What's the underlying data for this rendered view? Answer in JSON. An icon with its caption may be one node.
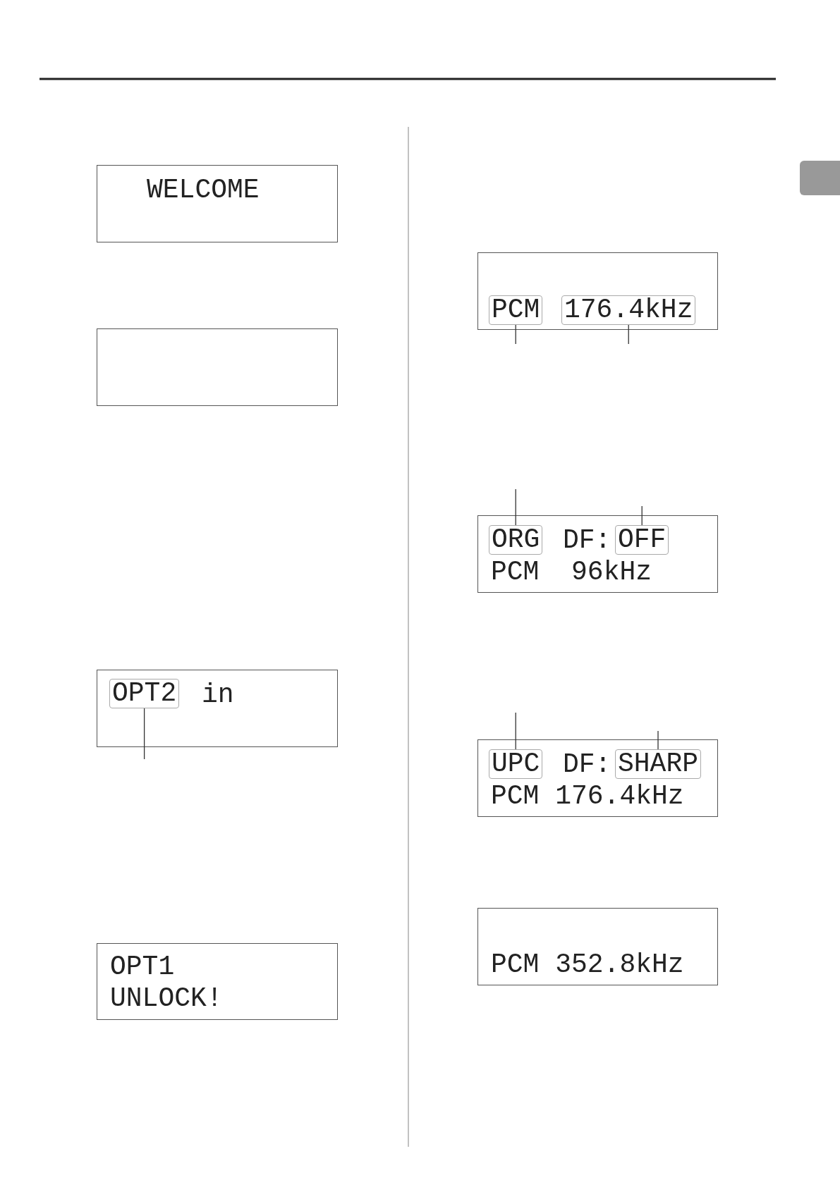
{
  "diagram": {
    "nodes": [
      {
        "text": [
          "WELCOME"
        ]
      },
      {
        "text": [],
        "shape": "box"
      },
      {
        "text": [
          "in"
        ]
      },
      {
        "text": [
          "OPT2"
        ],
        "in": 2
      },
      {
        "text": [
          "OPT1 UNLOCK!"
        ]
      },
      {
        "text": [],
        "shape": "box"
      },
      {
        "text": [
          "PCM"
        ],
        "in": 5
      },
      {
        "text": [
          "176.4kHz"
        ],
        "in": 5
      },
      {
        "text": [
          "DF:",
          "PCM  96kHz"
        ]
      },
      {
        "text": [
          "ORG"
        ],
        "in": 8
      },
      {
        "text": [
          "OFF"
        ],
        "in": 8
      },
      {
        "text": [
          "DF:",
          "PCM 176.4kHz"
        ]
      },
      {
        "text": [
          "UPC"
        ],
        "in": 11
      },
      {
        "text": [
          "SHARP"
        ],
        "in": 11
      },
      {
        "text": [
          "PCM 352.8kHz"
        ]
      }
    ],
    "edges": [
      {
        "from": null,
        "to": 3,
        "arrow": "none"
      },
      {
        "from": null,
        "to": 6,
        "arrow": "none"
      },
      {
        "from": null,
        "to": 7,
        "arrow": "none"
      },
      {
        "from": null,
        "to": 9,
        "arrow": "none"
      },
      {
        "from": null,
        "to": 10,
        "arrow": "none"
      },
      {
        "from": null,
        "to": 12,
        "arrow": "none"
      },
      {
        "from": null,
        "to": 13,
        "arrow": "none"
      }
    ]
  }
}
